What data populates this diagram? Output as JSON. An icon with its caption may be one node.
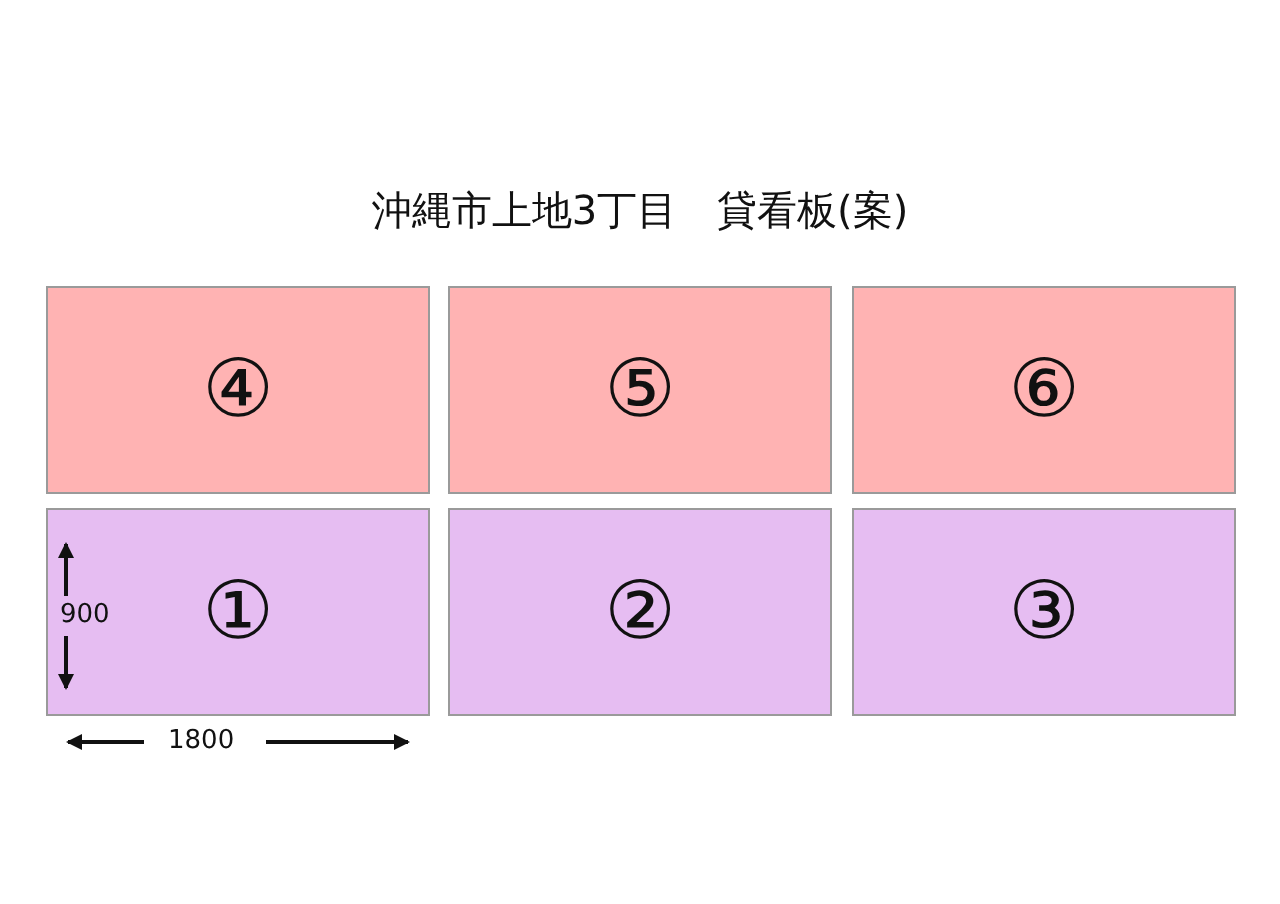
{
  "diagram": {
    "title": "沖縄市上地3丁目　貸看板(案)",
    "nodes": [
      {
        "text": [
          "④"
        ]
      },
      {
        "text": [
          "⑤"
        ]
      },
      {
        "text": [
          "⑥"
        ]
      },
      {
        "text": [
          "①"
        ]
      },
      {
        "text": [
          "②"
        ]
      },
      {
        "text": [
          "③"
        ]
      }
    ],
    "edges": [],
    "labels": [
      "900",
      "1800"
    ]
  }
}
